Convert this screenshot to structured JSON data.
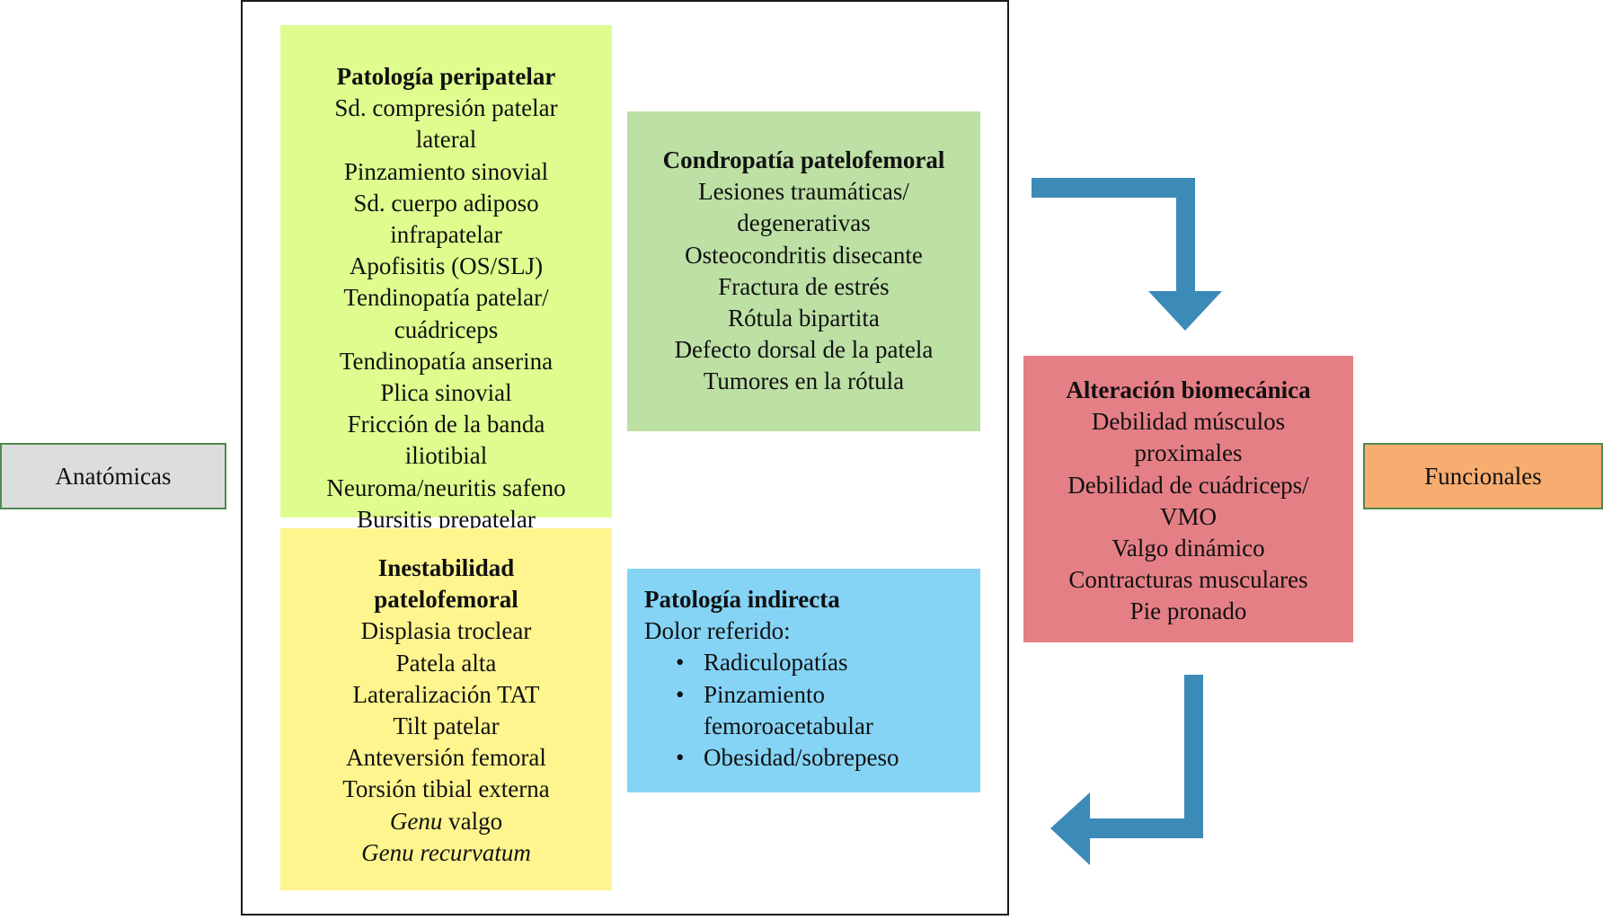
{
  "side_labels": {
    "left": "Anatómicas",
    "right": "Funcionales"
  },
  "boxes": {
    "peripatelar": {
      "title": "Patología peripatelar",
      "lines": [
        "Sd. compresión patelar",
        "lateral",
        "Pinzamiento sinovial",
        "Sd. cuerpo adiposo",
        "infrapatelar",
        "Apofisitis (OS/SLJ)",
        "Tendinopatía patelar/",
        "cuádriceps",
        "Tendinopatía anserina",
        "Plica sinovial",
        "Fricción de la banda",
        "iliotibial",
        "Neuroma/neuritis safeno",
        "Bursitis prepatelar"
      ]
    },
    "condropatia": {
      "title": "Condropatía patelofemoral",
      "lines": [
        "Lesiones traumáticas/",
        "degenerativas",
        "Osteocondritis disecante",
        "Fractura de estrés",
        "Rótula bipartita",
        "Defecto dorsal de la patela",
        "Tumores en la rótula"
      ]
    },
    "inestabilidad": {
      "title_line1": "Inestabilidad",
      "title_line2": "patelofemoral",
      "lines": [
        "Displasia troclear",
        "Patela alta",
        "Lateralización TAT",
        "Tilt patelar",
        "Anteversión femoral",
        "Torsión tibial externa"
      ],
      "genu_valgo": {
        "italic": "Genu",
        "rest": " valgo"
      },
      "genu_recurvatum": "Genu recurvatum"
    },
    "indirecta": {
      "title": "Patología indirecta",
      "subtitle": "Dolor referido:",
      "bullet_glyph": "•",
      "bullets": [
        {
          "line1": "Radiculopatías"
        },
        {
          "line1": "Pinzamiento",
          "line2": "femoroacetabular"
        },
        {
          "line1": "Obesidad/sobrepeso"
        }
      ]
    },
    "biomecanica": {
      "title": "Alteración biomecánica",
      "lines": [
        "Debilidad músculos",
        "proximales",
        "Debilidad de cuádriceps/",
        "VMO",
        "Valgo dinámico",
        "Contracturas musculares",
        "Pie pronado"
      ]
    }
  },
  "colors": {
    "peripatelar": "#defd8e",
    "condropatia": "#bde0a5",
    "inestabilidad": "#fff58f",
    "indirecta": "#85d4f6",
    "biomecanica": "#e57f86",
    "anatomicas": "#dcdddf",
    "funcionales": "#f8ad70",
    "arrow": "#3c8ab8",
    "side_border": "#4f8a4f"
  }
}
